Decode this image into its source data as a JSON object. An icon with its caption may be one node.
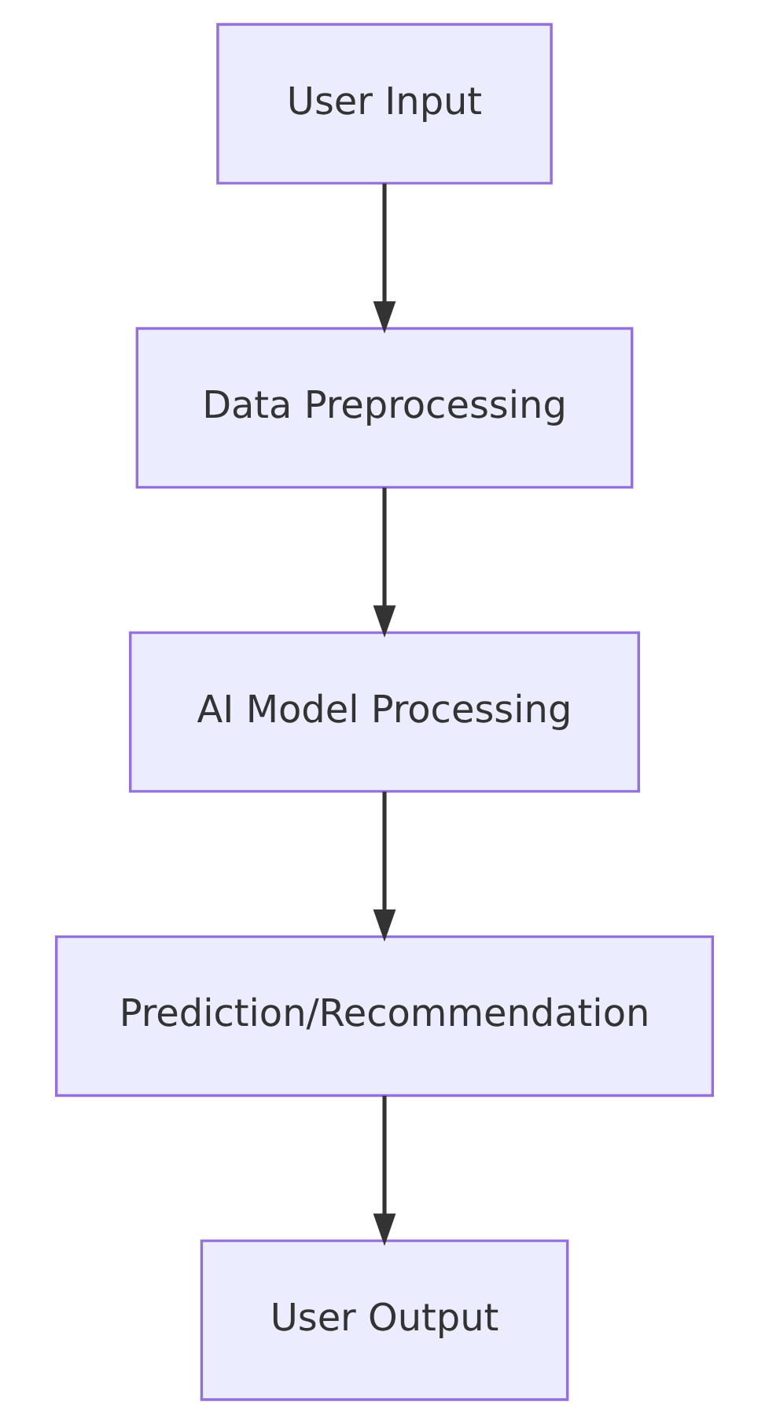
{
  "diagram": {
    "nodes": [
      {
        "text": [
          "User Input"
        ]
      },
      {
        "text": [
          "Data Preprocessing"
        ]
      },
      {
        "text": [
          "AI Model Processing"
        ]
      },
      {
        "text": [
          "Prediction/Recommendation"
        ]
      },
      {
        "text": [
          "User Output"
        ]
      }
    ],
    "edges": [
      {
        "from": 0,
        "to": 1,
        "arrow": "to"
      },
      {
        "from": 1,
        "to": 2,
        "arrow": "to"
      },
      {
        "from": 2,
        "to": 3,
        "arrow": "to"
      },
      {
        "from": 3,
        "to": 4,
        "arrow": "to"
      }
    ]
  }
}
